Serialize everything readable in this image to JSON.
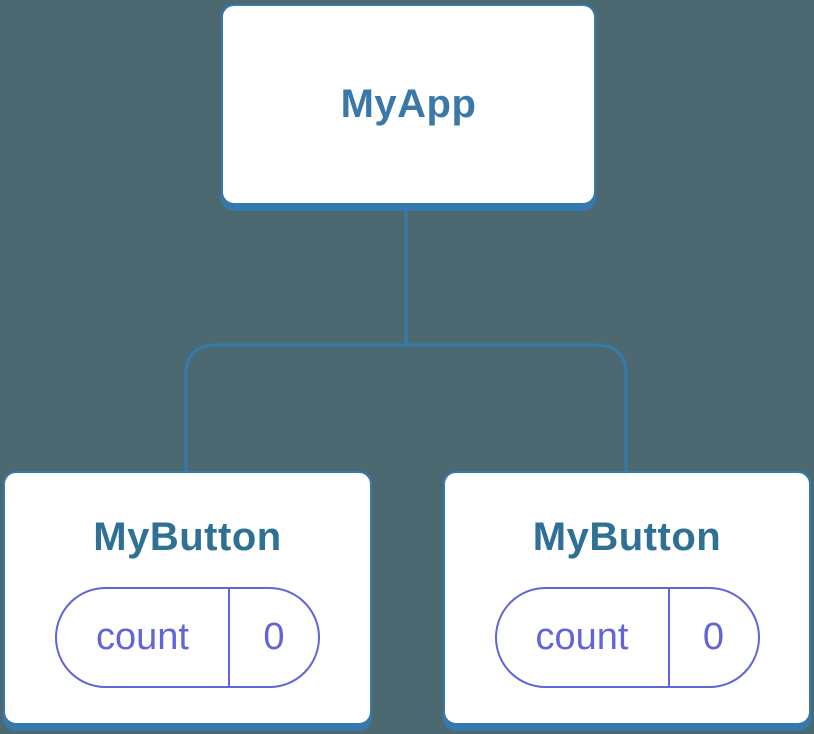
{
  "colors": {
    "background": "#4C6972",
    "line": "#3579AD",
    "node_fill": "#FFFFFF",
    "root_label": "#3A78A9",
    "child_label": "#2F7095",
    "state_accent": "#6165D9"
  },
  "tree": {
    "root": {
      "label": "MyApp"
    },
    "children": [
      {
        "label": "MyButton",
        "state": {
          "name": "count",
          "value": "0"
        }
      },
      {
        "label": "MyButton",
        "state": {
          "name": "count",
          "value": "0"
        }
      }
    ]
  }
}
